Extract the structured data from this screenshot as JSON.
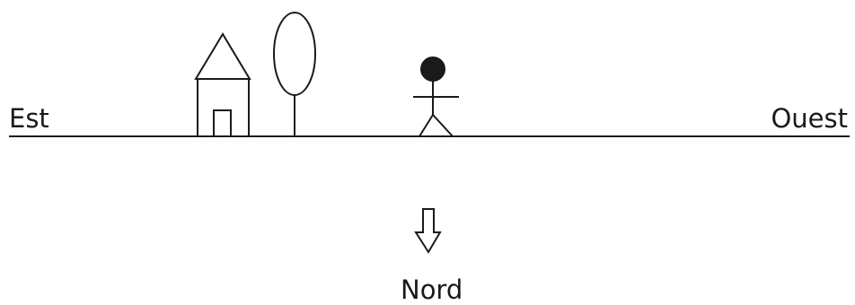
{
  "labels": {
    "west_side": "Est",
    "east_side": "Ouest",
    "bottom": "Nord"
  },
  "icons": [
    "house-icon",
    "tree-icon",
    "person-icon",
    "down-arrow-icon"
  ],
  "colors": {
    "stroke": "#1a1a1a",
    "background": "#ffffff"
  }
}
